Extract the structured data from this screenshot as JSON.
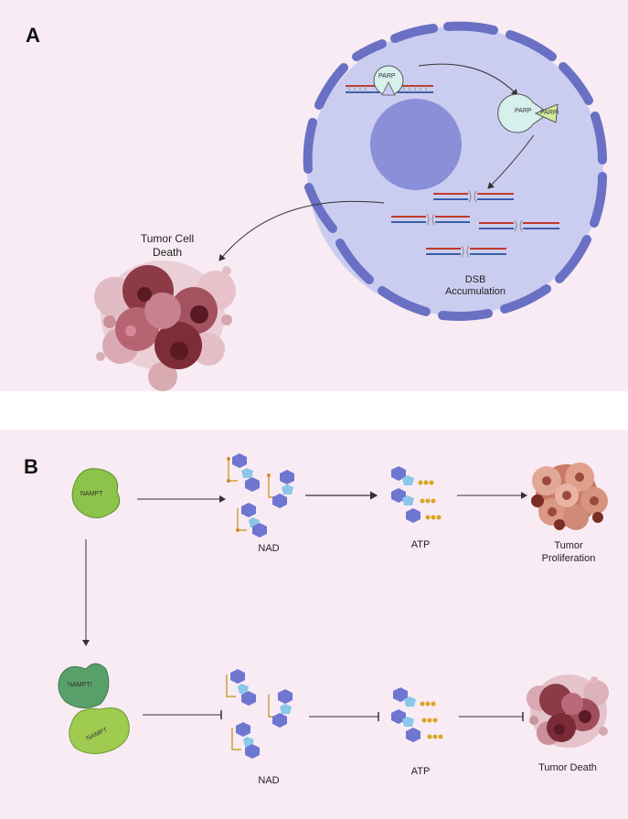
{
  "panel_a": {
    "letter": "A",
    "parp_label_1": "PARP",
    "parp_label_2": "PARP",
    "parpi_label": "PARPi",
    "dsb_line1": "DSB",
    "dsb_line2": "Accumulation",
    "death_line1": "Tumor Cell",
    "death_line2": "Death"
  },
  "panel_b": {
    "letter": "B",
    "top_row": {
      "enzyme_label": "NAMPT",
      "nad_label": "NAD",
      "atp_label": "ATP",
      "outcome_line1": "Tumor",
      "outcome_line2": "Proliferation"
    },
    "bottom_row": {
      "inhibitor_label": "NAMPTI",
      "enzyme_label": "NAMPT",
      "nad_label": "NAD",
      "atp_label": "ATP",
      "outcome_label": "Tumor Death"
    }
  }
}
